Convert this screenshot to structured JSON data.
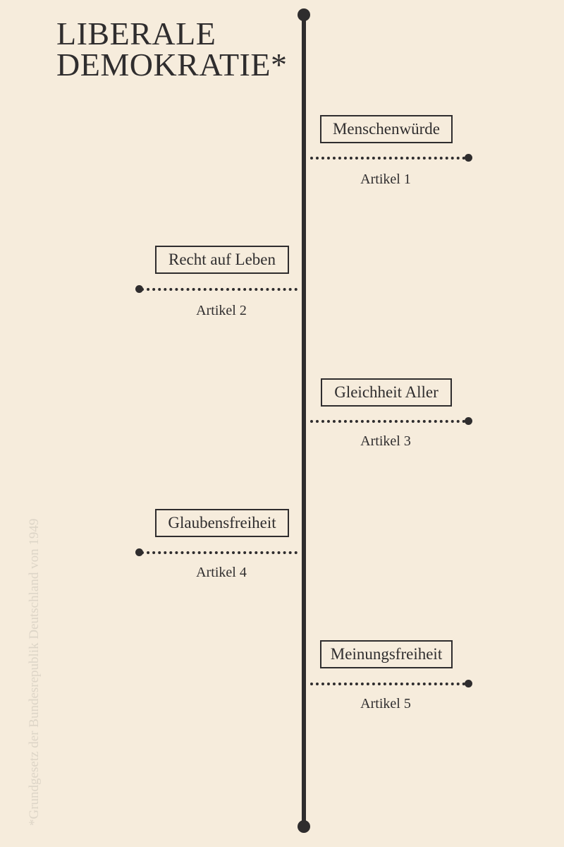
{
  "title": {
    "line1": "LIBERALE",
    "line2": "DEMOKRATIE*"
  },
  "footnote": "*Grundgesetz der Bundesrepublik Deutschland von 1949",
  "entries": [
    {
      "name": "Menschenwürde",
      "article": "Artikel 1"
    },
    {
      "name": "Recht auf Leben",
      "article": "Artikel 2"
    },
    {
      "name": "Gleichheit Aller",
      "article": "Artikel 3"
    },
    {
      "name": "Glaubensfreiheit",
      "article": "Artikel 4"
    },
    {
      "name": "Meinungsfreiheit",
      "article": "Artikel 5"
    }
  ],
  "colors": {
    "background": "#f6ecdc",
    "ink": "#2f2d2e",
    "footnote": "#ddd5c7"
  }
}
